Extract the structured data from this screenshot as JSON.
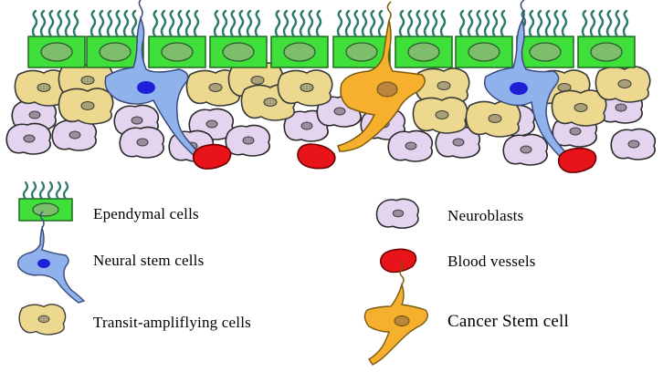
{
  "legend": {
    "ependymal": "Ependymal cells",
    "neural_stem": "Neural stem cells",
    "transit": "Transit-ampliflying cells",
    "neuroblasts": "Neuroblasts",
    "blood_vessels": "Blood vessels",
    "cancer_stem": "Cancer Stem cell"
  },
  "colors": {
    "ependymal_fill": "#3fe03a",
    "ependymal_nucleus": "#7dbd6c",
    "cilia": "#2d7a6a",
    "neural_stem_fill": "#8fb2ec",
    "neural_stem_nucleus": "#1f1fd6",
    "transit_fill": "#ecd88e",
    "neuroblast_fill": "#e4d4f0",
    "blood_vessel_fill": "#e8141a",
    "cancer_stem_fill": "#f7b02e",
    "cancer_stem_nucleus": "#b8853a",
    "outline": "#2a2a2a"
  }
}
